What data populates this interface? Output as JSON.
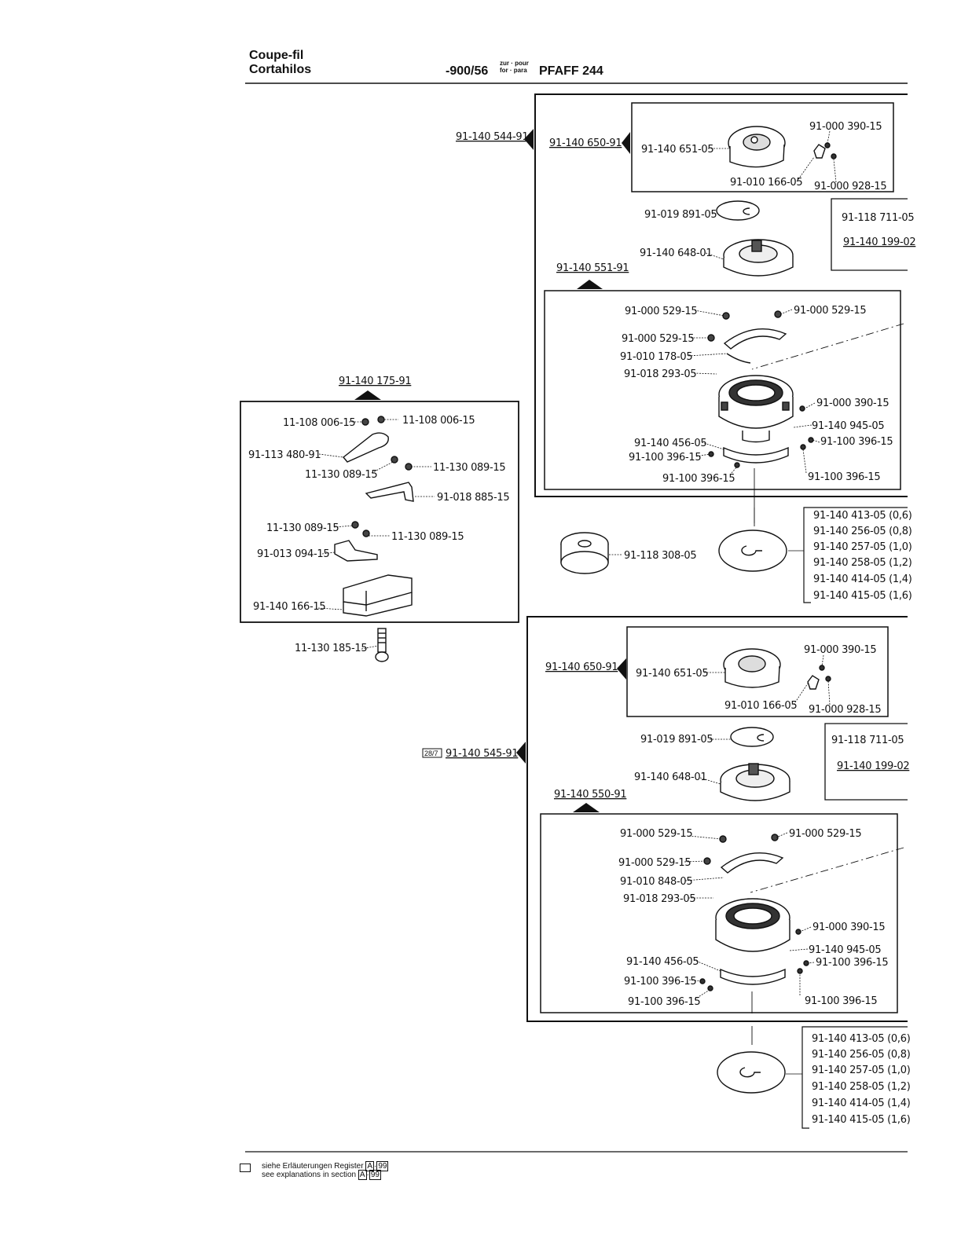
{
  "header": {
    "title_line1": "Coupe-fil",
    "title_line2": "Cortahilos",
    "model_code": "-900/56",
    "prep_line1": "zur · pour",
    "prep_line2": "for · para",
    "machine": "PFAFF 244"
  },
  "footer": {
    "line1": "siehe Erläuterungen Register",
    "line2": "see explanations in section",
    "ref1": "A",
    "ref2": "99"
  },
  "labels": {
    "a_main": "91-140 544-91",
    "a_sub": "91-140 650-91",
    "a_651": "91-140 651-05",
    "a_390": "91-000 390-15",
    "a_166": "91-010 166-05",
    "a_928": "91-000 928-15",
    "a_891": "91-019 891-05",
    "a_711": "91-118 711-05",
    "a_199": "91-140 199-02",
    "a_648": "91-140 648-01",
    "a_551": "91-140 551-91",
    "a_529a": "91-000 529-15",
    "a_529b": "91-000 529-15",
    "a_529c": "91-000 529-15",
    "a_178": "91-010 178-05",
    "a_293": "91-018 293-05",
    "a_390b": "91-000 390-15",
    "a_945": "91-140 945-05",
    "a_456": "91-140 456-05",
    "a_396a": "91-100 396-15",
    "a_396b": "91-100 396-15",
    "a_396c": "91-100 396-15",
    "a_396d": "91-100 396-15",
    "bobbin": "91-118 308-05",
    "l_main": "91-140 175-91",
    "l_006a": "11-108 006-15",
    "l_006b": "11-108 006-15",
    "l_480": "91-113 480-91",
    "l_089a": "11-130 089-15",
    "l_089b": "11-130 089-15",
    "l_885": "91-018 885-15",
    "l_089c": "11-130 089-15",
    "l_089d": "11-130 089-15",
    "l_094": "91-013 094-15",
    "l_166": "91-140 166-15",
    "l_185": "11-130 185-15",
    "b_ref": "28/7",
    "b_main": "91-140 545-91",
    "b_sub": "91-140 650-91",
    "b_651": "91-140 651-05",
    "b_390": "91-000 390-15",
    "b_166": "91-010 166-05",
    "b_928": "91-000 928-15",
    "b_891": "91-019 891-05",
    "b_711": "91-118 711-05",
    "b_199": "91-140 199-02",
    "b_648": "91-140 648-01",
    "b_550": "91-140 550-91",
    "b_529a": "91-000 529-15",
    "b_529b": "91-000 529-15",
    "b_529c": "91-000 529-15",
    "b_848": "91-010 848-05",
    "b_293": "91-018 293-05",
    "b_390b": "91-000 390-15",
    "b_945": "91-140 945-05",
    "b_456": "91-140 456-05",
    "b_396a": "91-100 396-15",
    "b_396b": "91-100 396-15",
    "b_396c": "91-100 396-15",
    "b_396d": "91-100 396-15"
  },
  "plates_a": [
    "91-140 413-05 (0,6)",
    "91-140 256-05 (0,8)",
    "91-140 257-05 (1,0)",
    "91-140 258-05 (1,2)",
    "91-140 414-05 (1,4)",
    "91-140 415-05 (1,6)"
  ],
  "plates_b": [
    "91-140 413-05 (0,6)",
    "91-140 256-05 (0,8)",
    "91-140 257-05 (1,0)",
    "91-140 258-05 (1,2)",
    "91-140 414-05 (1,4)",
    "91-140 415-05 (1,6)"
  ]
}
